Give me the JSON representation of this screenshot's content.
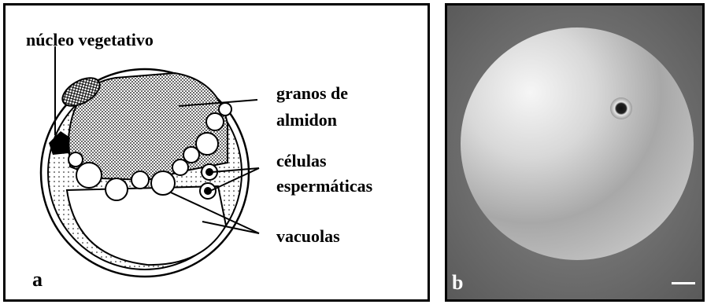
{
  "panel_a": {
    "letter": "a",
    "labels": {
      "vegetative_nucleus": "núcleo vegetativo",
      "starch_line1": "granos de",
      "starch_line2": "almidon",
      "sperm_line1": "células",
      "sperm_line2": "espermáticas",
      "vacuoles": "vacuolas"
    }
  },
  "panel_b": {
    "letter": "b"
  }
}
